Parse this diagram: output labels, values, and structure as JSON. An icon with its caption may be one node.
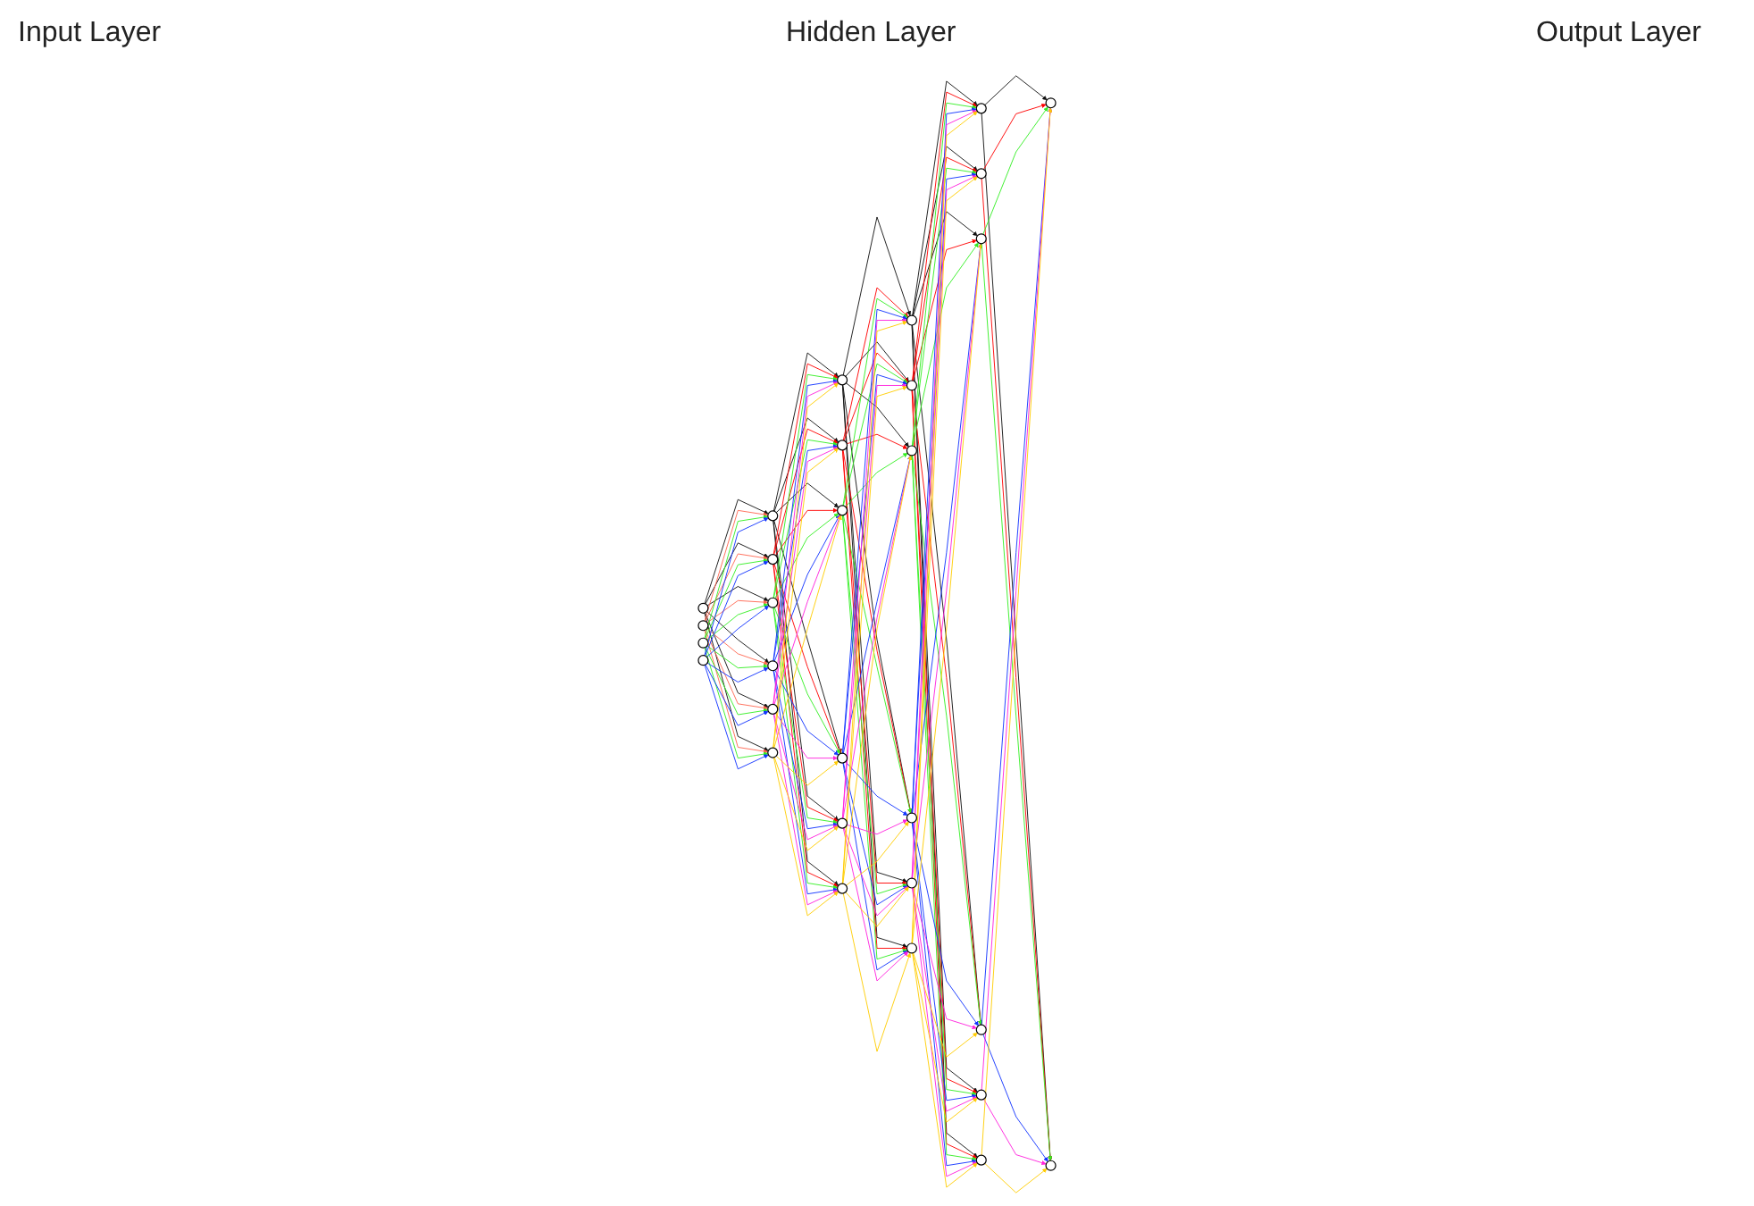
{
  "diagram": {
    "nodes": [
      {
        "text": [],
        "shape": "circle"
      },
      {
        "text": [],
        "shape": "circle"
      },
      {
        "text": [],
        "shape": "circle"
      },
      {
        "text": [],
        "shape": "circle"
      },
      {
        "text": [],
        "shape": "circle"
      },
      {
        "text": [],
        "shape": "circle"
      },
      {
        "text": [],
        "shape": "circle"
      },
      {
        "text": [],
        "shape": "circle"
      },
      {
        "text": [],
        "shape": "circle"
      },
      {
        "text": [],
        "shape": "circle"
      },
      {
        "text": [],
        "shape": "circle"
      },
      {
        "text": [],
        "shape": "circle"
      },
      {
        "text": [],
        "shape": "circle"
      },
      {
        "text": [],
        "shape": "circle"
      },
      {
        "text": [],
        "shape": "circle"
      },
      {
        "text": [],
        "shape": "circle"
      },
      {
        "text": [],
        "shape": "circle"
      },
      {
        "text": [],
        "shape": "circle"
      },
      {
        "text": [],
        "shape": "circle"
      },
      {
        "text": [],
        "shape": "circle"
      },
      {
        "text": [],
        "shape": "circle"
      },
      {
        "text": [],
        "shape": "circle"
      },
      {
        "text": [],
        "shape": "circle"
      },
      {
        "text": [],
        "shape": "circle"
      },
      {
        "text": [],
        "shape": "circle"
      },
      {
        "text": [],
        "shape": "circle"
      },
      {
        "text": [],
        "shape": "circle"
      },
      {
        "text": [],
        "shape": "circle"
      },
      {
        "text": [],
        "shape": "circle"
      },
      {
        "text": [],
        "shape": "circle"
      }
    ],
    "edges": [
      {
        "from": 0,
        "to": 4,
        "arrow": "to"
      },
      {
        "from": 0,
        "to": 5,
        "arrow": "to"
      },
      {
        "from": 0,
        "to": 6,
        "arrow": "to"
      },
      {
        "from": 0,
        "to": 7,
        "arrow": "to"
      },
      {
        "from": 0,
        "to": 8,
        "arrow": "to"
      },
      {
        "from": 0,
        "to": 9,
        "arrow": "to"
      },
      {
        "from": 1,
        "to": 4,
        "arrow": "to",
        "color": "#ff6650"
      },
      {
        "from": 1,
        "to": 5,
        "arrow": "to",
        "color": "#ff6650"
      },
      {
        "from": 1,
        "to": 6,
        "arrow": "to",
        "color": "#ff6650"
      },
      {
        "from": 1,
        "to": 7,
        "arrow": "to",
        "color": "#ff6650"
      },
      {
        "from": 1,
        "to": 8,
        "arrow": "to",
        "color": "#ff6650"
      },
      {
        "from": 1,
        "to": 9,
        "arrow": "to",
        "color": "#ff6650"
      },
      {
        "from": 2,
        "to": 4,
        "arrow": "to",
        "color": "#33ee22"
      },
      {
        "from": 2,
        "to": 5,
        "arrow": "to",
        "color": "#33ee22"
      },
      {
        "from": 2,
        "to": 6,
        "arrow": "to",
        "color": "#33ee22"
      },
      {
        "from": 2,
        "to": 7,
        "arrow": "to",
        "color": "#33ee22"
      },
      {
        "from": 2,
        "to": 8,
        "arrow": "to",
        "color": "#33ee22"
      },
      {
        "from": 2,
        "to": 9,
        "arrow": "to",
        "color": "#33ee22"
      },
      {
        "from": 3,
        "to": 4,
        "arrow": "to",
        "color": "#1133ff"
      },
      {
        "from": 3,
        "to": 5,
        "arrow": "to",
        "color": "#1133ff"
      },
      {
        "from": 3,
        "to": 6,
        "arrow": "to",
        "color": "#1133ff"
      },
      {
        "from": 3,
        "to": 7,
        "arrow": "to",
        "color": "#1133ff"
      },
      {
        "from": 3,
        "to": 8,
        "arrow": "to",
        "color": "#1133ff"
      },
      {
        "from": 3,
        "to": 9,
        "arrow": "to",
        "color": "#1133ff"
      },
      {
        "from": 4,
        "to": 10,
        "arrow": "to"
      },
      {
        "from": 4,
        "to": 11,
        "arrow": "to"
      },
      {
        "from": 4,
        "to": 12,
        "arrow": "to"
      },
      {
        "from": 4,
        "to": 13,
        "arrow": "to"
      },
      {
        "from": 4,
        "to": 14,
        "arrow": "to"
      },
      {
        "from": 4,
        "to": 15,
        "arrow": "to"
      },
      {
        "from": 5,
        "to": 10,
        "arrow": "to",
        "color": "#ff0000"
      },
      {
        "from": 5,
        "to": 11,
        "arrow": "to",
        "color": "#ff0000"
      },
      {
        "from": 5,
        "to": 12,
        "arrow": "to",
        "color": "#ff0000"
      },
      {
        "from": 5,
        "to": 13,
        "arrow": "to",
        "color": "#ff0000"
      },
      {
        "from": 5,
        "to": 14,
        "arrow": "to",
        "color": "#ff0000"
      },
      {
        "from": 5,
        "to": 15,
        "arrow": "to",
        "color": "#ff0000"
      },
      {
        "from": 6,
        "to": 10,
        "arrow": "to",
        "color": "#33ee22"
      },
      {
        "from": 6,
        "to": 11,
        "arrow": "to",
        "color": "#33ee22"
      },
      {
        "from": 6,
        "to": 12,
        "arrow": "to",
        "color": "#33ee22"
      },
      {
        "from": 6,
        "to": 13,
        "arrow": "to",
        "color": "#33ee22"
      },
      {
        "from": 6,
        "to": 14,
        "arrow": "to",
        "color": "#33ee22"
      },
      {
        "from": 6,
        "to": 15,
        "arrow": "to",
        "color": "#33ee22"
      },
      {
        "from": 7,
        "to": 10,
        "arrow": "to",
        "color": "#1133ff"
      },
      {
        "from": 7,
        "to": 11,
        "arrow": "to",
        "color": "#1133ff"
      },
      {
        "from": 7,
        "to": 12,
        "arrow": "to",
        "color": "#1133ff"
      },
      {
        "from": 7,
        "to": 13,
        "arrow": "to",
        "color": "#1133ff"
      },
      {
        "from": 7,
        "to": 14,
        "arrow": "to",
        "color": "#1133ff"
      },
      {
        "from": 7,
        "to": 15,
        "arrow": "to",
        "color": "#1133ff"
      },
      {
        "from": 8,
        "to": 10,
        "arrow": "to",
        "color": "#ff22dd"
      },
      {
        "from": 8,
        "to": 11,
        "arrow": "to",
        "color": "#ff22dd"
      },
      {
        "from": 8,
        "to": 12,
        "arrow": "to",
        "color": "#ff22dd"
      },
      {
        "from": 8,
        "to": 13,
        "arrow": "to",
        "color": "#ff22dd"
      },
      {
        "from": 8,
        "to": 14,
        "arrow": "to",
        "color": "#ff22dd"
      },
      {
        "from": 8,
        "to": 15,
        "arrow": "to",
        "color": "#ff22dd"
      },
      {
        "from": 9,
        "to": 10,
        "arrow": "to",
        "color": "#ffcc00"
      },
      {
        "from": 9,
        "to": 11,
        "arrow": "to",
        "color": "#ffcc00"
      },
      {
        "from": 9,
        "to": 12,
        "arrow": "to",
        "color": "#ffcc00"
      },
      {
        "from": 9,
        "to": 13,
        "arrow": "to",
        "color": "#ffcc00"
      },
      {
        "from": 9,
        "to": 14,
        "arrow": "to",
        "color": "#ffcc00"
      },
      {
        "from": 9,
        "to": 15,
        "arrow": "to",
        "color": "#ffcc00"
      },
      {
        "from": 10,
        "to": 16,
        "arrow": "to"
      },
      {
        "from": 10,
        "to": 17,
        "arrow": "to"
      },
      {
        "from": 10,
        "to": 18,
        "arrow": "to"
      },
      {
        "from": 10,
        "to": 19,
        "arrow": "to"
      },
      {
        "from": 10,
        "to": 20,
        "arrow": "to"
      },
      {
        "from": 10,
        "to": 21,
        "arrow": "to"
      },
      {
        "from": 11,
        "to": 16,
        "arrow": "to",
        "color": "#ff0000"
      },
      {
        "from": 11,
        "to": 17,
        "arrow": "to",
        "color": "#ff0000"
      },
      {
        "from": 11,
        "to": 18,
        "arrow": "to",
        "color": "#ff0000"
      },
      {
        "from": 11,
        "to": 19,
        "arrow": "to",
        "color": "#ff0000"
      },
      {
        "from": 11,
        "to": 20,
        "arrow": "to",
        "color": "#ff0000"
      },
      {
        "from": 11,
        "to": 21,
        "arrow": "to",
        "color": "#ff0000"
      },
      {
        "from": 12,
        "to": 16,
        "arrow": "to",
        "color": "#33ee22"
      },
      {
        "from": 12,
        "to": 17,
        "arrow": "to",
        "color": "#33ee22"
      },
      {
        "from": 12,
        "to": 18,
        "arrow": "to",
        "color": "#33ee22"
      },
      {
        "from": 12,
        "to": 19,
        "arrow": "to",
        "color": "#33ee22"
      },
      {
        "from": 12,
        "to": 20,
        "arrow": "to",
        "color": "#33ee22"
      },
      {
        "from": 12,
        "to": 21,
        "arrow": "to",
        "color": "#33ee22"
      },
      {
        "from": 13,
        "to": 16,
        "arrow": "to",
        "color": "#1133ff"
      },
      {
        "from": 13,
        "to": 17,
        "arrow": "to",
        "color": "#1133ff"
      },
      {
        "from": 13,
        "to": 18,
        "arrow": "to",
        "color": "#1133ff"
      },
      {
        "from": 13,
        "to": 19,
        "arrow": "to",
        "color": "#1133ff"
      },
      {
        "from": 13,
        "to": 20,
        "arrow": "to",
        "color": "#1133ff"
      },
      {
        "from": 13,
        "to": 21,
        "arrow": "to",
        "color": "#1133ff"
      },
      {
        "from": 14,
        "to": 16,
        "arrow": "to",
        "color": "#ff22dd"
      },
      {
        "from": 14,
        "to": 17,
        "arrow": "to",
        "color": "#ff22dd"
      },
      {
        "from": 14,
        "to": 18,
        "arrow": "to",
        "color": "#ff22dd"
      },
      {
        "from": 14,
        "to": 19,
        "arrow": "to",
        "color": "#ff22dd"
      },
      {
        "from": 14,
        "to": 20,
        "arrow": "to",
        "color": "#ff22dd"
      },
      {
        "from": 14,
        "to": 21,
        "arrow": "to",
        "color": "#ff22dd"
      },
      {
        "from": 15,
        "to": 16,
        "arrow": "to",
        "color": "#ffcc00"
      },
      {
        "from": 15,
        "to": 17,
        "arrow": "to",
        "color": "#ffcc00"
      },
      {
        "from": 15,
        "to": 18,
        "arrow": "to",
        "color": "#ffcc00"
      },
      {
        "from": 15,
        "to": 19,
        "arrow": "to",
        "color": "#ffcc00"
      },
      {
        "from": 15,
        "to": 20,
        "arrow": "to",
        "color": "#ffcc00"
      },
      {
        "from": 15,
        "to": 21,
        "arrow": "to",
        "color": "#ffcc00"
      },
      {
        "from": 16,
        "to": 22,
        "arrow": "to"
      },
      {
        "from": 16,
        "to": 23,
        "arrow": "to"
      },
      {
        "from": 16,
        "to": 24,
        "arrow": "to"
      },
      {
        "from": 16,
        "to": 25,
        "arrow": "to"
      },
      {
        "from": 16,
        "to": 26,
        "arrow": "to"
      },
      {
        "from": 16,
        "to": 27,
        "arrow": "to"
      },
      {
        "from": 17,
        "to": 22,
        "arrow": "to",
        "color": "#ff0000"
      },
      {
        "from": 17,
        "to": 23,
        "arrow": "to",
        "color": "#ff0000"
      },
      {
        "from": 17,
        "to": 24,
        "arrow": "to",
        "color": "#ff0000"
      },
      {
        "from": 17,
        "to": 25,
        "arrow": "to",
        "color": "#ff0000"
      },
      {
        "from": 17,
        "to": 26,
        "arrow": "to",
        "color": "#ff0000"
      },
      {
        "from": 17,
        "to": 27,
        "arrow": "to",
        "color": "#ff0000"
      },
      {
        "from": 18,
        "to": 22,
        "arrow": "to",
        "color": "#33ee22"
      },
      {
        "from": 18,
        "to": 23,
        "arrow": "to",
        "color": "#33ee22"
      },
      {
        "from": 18,
        "to": 24,
        "arrow": "to",
        "color": "#33ee22"
      },
      {
        "from": 18,
        "to": 25,
        "arrow": "to",
        "color": "#33ee22"
      },
      {
        "from": 18,
        "to": 26,
        "arrow": "to",
        "color": "#33ee22"
      },
      {
        "from": 18,
        "to": 27,
        "arrow": "to",
        "color": "#33ee22"
      },
      {
        "from": 19,
        "to": 22,
        "arrow": "to",
        "color": "#1133ff"
      },
      {
        "from": 19,
        "to": 23,
        "arrow": "to",
        "color": "#1133ff"
      },
      {
        "from": 19,
        "to": 24,
        "arrow": "to",
        "color": "#1133ff"
      },
      {
        "from": 19,
        "to": 25,
        "arrow": "to",
        "color": "#1133ff"
      },
      {
        "from": 19,
        "to": 26,
        "arrow": "to",
        "color": "#1133ff"
      },
      {
        "from": 19,
        "to": 27,
        "arrow": "to",
        "color": "#1133ff"
      },
      {
        "from": 20,
        "to": 22,
        "arrow": "to",
        "color": "#ff22dd"
      },
      {
        "from": 20,
        "to": 23,
        "arrow": "to",
        "color": "#ff22dd"
      },
      {
        "from": 20,
        "to": 24,
        "arrow": "to",
        "color": "#ff22dd"
      },
      {
        "from": 20,
        "to": 25,
        "arrow": "to",
        "color": "#ff22dd"
      },
      {
        "from": 20,
        "to": 26,
        "arrow": "to",
        "color": "#ff22dd"
      },
      {
        "from": 20,
        "to": 27,
        "arrow": "to",
        "color": "#ff22dd"
      },
      {
        "from": 21,
        "to": 22,
        "arrow": "to",
        "color": "#ffcc00"
      },
      {
        "from": 21,
        "to": 23,
        "arrow": "to",
        "color": "#ffcc00"
      },
      {
        "from": 21,
        "to": 24,
        "arrow": "to",
        "color": "#ffcc00"
      },
      {
        "from": 21,
        "to": 25,
        "arrow": "to",
        "color": "#ffcc00"
      },
      {
        "from": 21,
        "to": 26,
        "arrow": "to",
        "color": "#ffcc00"
      },
      {
        "from": 21,
        "to": 27,
        "arrow": "to",
        "color": "#ffcc00"
      },
      {
        "from": 22,
        "to": 28,
        "arrow": "to"
      },
      {
        "from": 22,
        "to": 29,
        "arrow": "to"
      },
      {
        "from": 23,
        "to": 28,
        "arrow": "to",
        "color": "#ff0000"
      },
      {
        "from": 23,
        "to": 29,
        "arrow": "to",
        "color": "#ff0000"
      },
      {
        "from": 24,
        "to": 28,
        "arrow": "to",
        "color": "#33ee22"
      },
      {
        "from": 24,
        "to": 29,
        "arrow": "to",
        "color": "#33ee22"
      },
      {
        "from": 25,
        "to": 28,
        "arrow": "to",
        "color": "#1133ff"
      },
      {
        "from": 25,
        "to": 29,
        "arrow": "to",
        "color": "#1133ff"
      },
      {
        "from": 26,
        "to": 28,
        "arrow": "to",
        "color": "#ff22dd"
      },
      {
        "from": 26,
        "to": 29,
        "arrow": "to",
        "color": "#ff22dd"
      },
      {
        "from": 27,
        "to": 28,
        "arrow": "to",
        "color": "#ffcc00"
      },
      {
        "from": 27,
        "to": 29,
        "arrow": "to",
        "color": "#ffcc00"
      }
    ],
    "labels": [
      "Input Layer",
      "Hidden Layer",
      "Output Layer"
    ]
  }
}
